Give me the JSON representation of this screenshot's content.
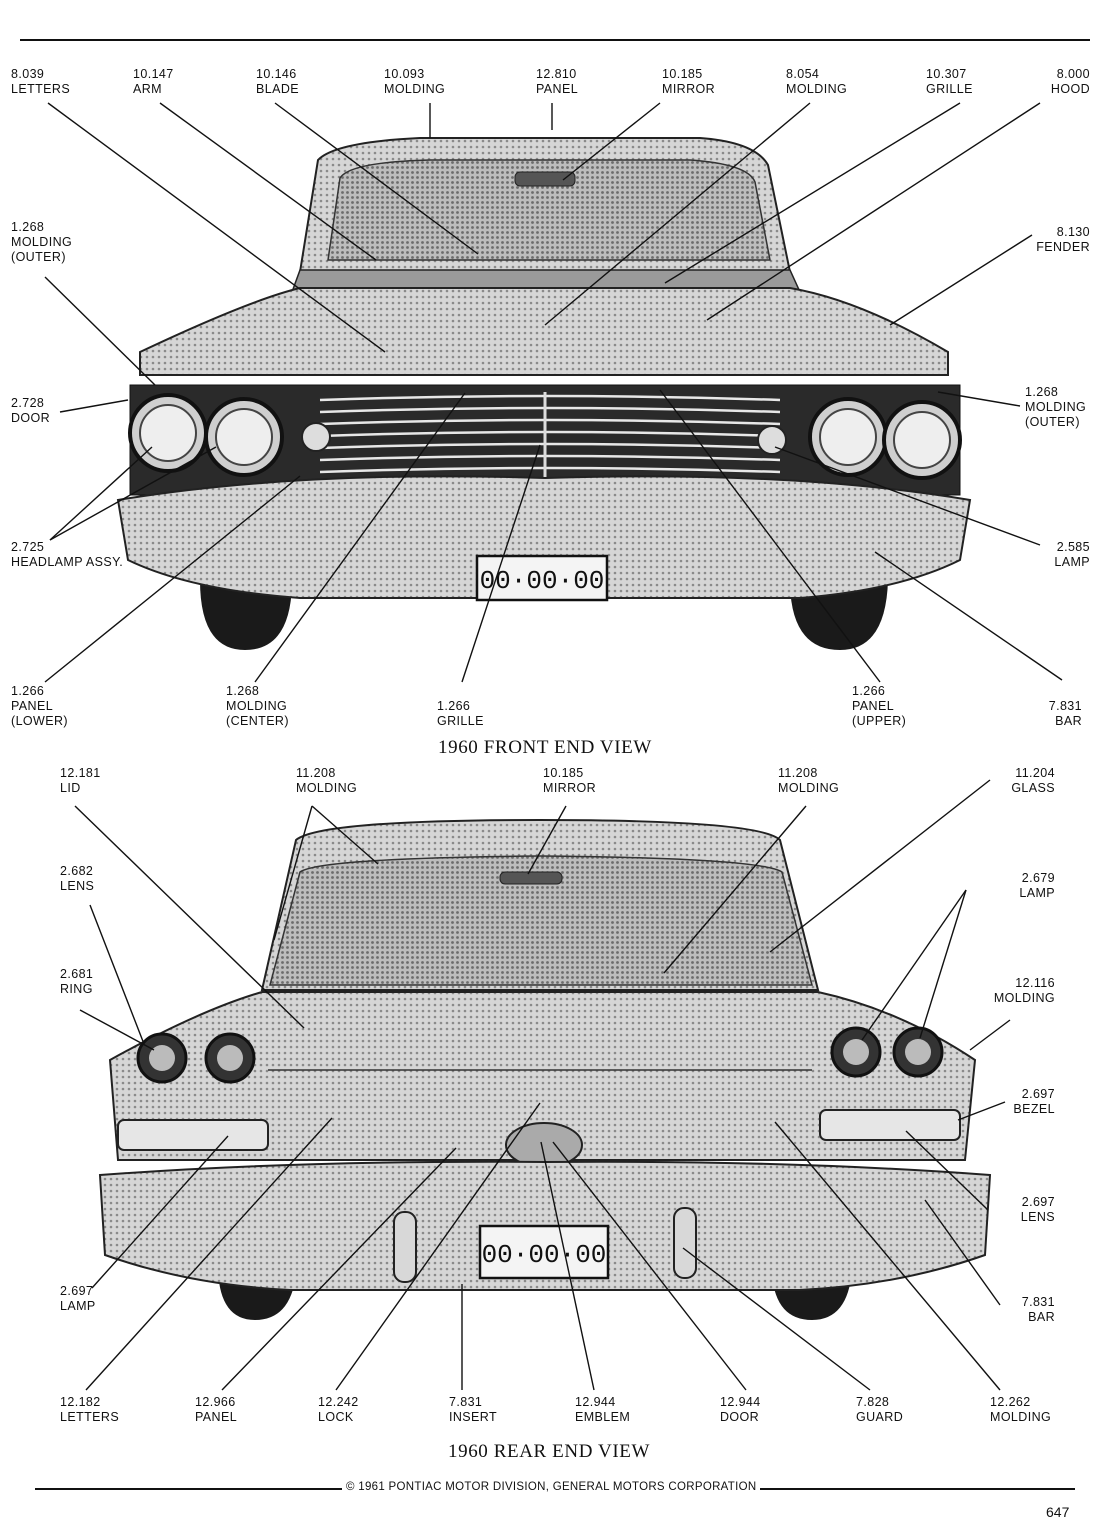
{
  "front": {
    "title": "1960 FRONT END VIEW",
    "plate": "00·00·00",
    "labels": [
      {
        "num": "8.039",
        "name": "LETTERS"
      },
      {
        "num": "10.147",
        "name": "ARM"
      },
      {
        "num": "10.146",
        "name": "BLADE"
      },
      {
        "num": "10.093",
        "name": "MOLDING"
      },
      {
        "num": "12.810",
        "name": "PANEL"
      },
      {
        "num": "10.185",
        "name": "MIRROR"
      },
      {
        "num": "8.054",
        "name": "MOLDING"
      },
      {
        "num": "10.307",
        "name": "GRILLE"
      },
      {
        "num": "8.000",
        "name": "HOOD"
      },
      {
        "num": "1.268",
        "name": "MOLDING",
        "extra": "(OUTER)"
      },
      {
        "num": "8.130",
        "name": "FENDER"
      },
      {
        "num": "2.728",
        "name": "DOOR"
      },
      {
        "num": "1.268",
        "name": "MOLDING",
        "extra": "(OUTER)"
      },
      {
        "num": "2.725",
        "name": "HEADLAMP ASSY."
      },
      {
        "num": "2.585",
        "name": "LAMP"
      },
      {
        "num": "1.266",
        "name": "PANEL",
        "extra": "(LOWER)"
      },
      {
        "num": "1.268",
        "name": "MOLDING",
        "extra": "(CENTER)"
      },
      {
        "num": "1.266",
        "name": "GRILLE"
      },
      {
        "num": "1.266",
        "name": "PANEL",
        "extra": "(UPPER)"
      },
      {
        "num": "7.831",
        "name": "BAR"
      }
    ]
  },
  "rear": {
    "title": "1960 REAR END VIEW",
    "plate": "00·00·00",
    "labels": [
      {
        "num": "12.181",
        "name": "LID"
      },
      {
        "num": "11.208",
        "name": "MOLDING"
      },
      {
        "num": "10.185",
        "name": "MIRROR"
      },
      {
        "num": "11.208",
        "name": "MOLDING"
      },
      {
        "num": "11.204",
        "name": "GLASS"
      },
      {
        "num": "2.682",
        "name": "LENS"
      },
      {
        "num": "2.679",
        "name": "LAMP"
      },
      {
        "num": "2.681",
        "name": "RING"
      },
      {
        "num": "12.116",
        "name": "MOLDING"
      },
      {
        "num": "2.697",
        "name": "BEZEL"
      },
      {
        "num": "2.697",
        "name": "LENS"
      },
      {
        "num": "2.697",
        "name": "LAMP"
      },
      {
        "num": "7.831",
        "name": "BAR"
      },
      {
        "num": "12.182",
        "name": "LETTERS"
      },
      {
        "num": "12.966",
        "name": "PANEL"
      },
      {
        "num": "12.242",
        "name": "LOCK"
      },
      {
        "num": "7.831",
        "name": "INSERT"
      },
      {
        "num": "12.944",
        "name": "EMBLEM"
      },
      {
        "num": "12.944",
        "name": "DOOR"
      },
      {
        "num": "7.828",
        "name": "GUARD"
      },
      {
        "num": "12.262",
        "name": "MOLDING"
      }
    ]
  },
  "footer": {
    "copyright": "© 1961 PONTIAC MOTOR DIVISION, GENERAL MOTORS CORPORATION",
    "page_number": "647"
  }
}
